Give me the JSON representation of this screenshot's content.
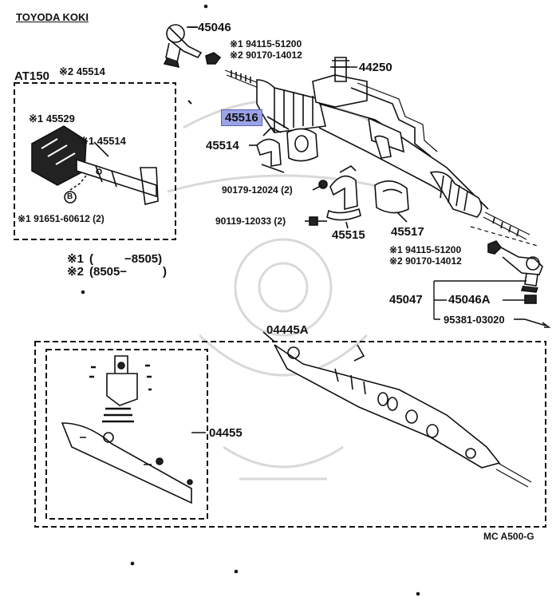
{
  "maker": "TOYODA KOKI",
  "variant": "AT150",
  "legend": {
    "row1_mark": "※1",
    "row1_paren_open": "(",
    "row1_range": "−8505)",
    "row2_mark": "※2",
    "row2_range": "(8505−",
    "row2_paren_close": ")"
  },
  "parts": {
    "p45046": "45046",
    "p194115_top": "※1 94115-51200",
    "p290170_top": "※2 90170-14012",
    "p44250": "44250",
    "p245514": "※2 45514",
    "p145529": "※1 45529",
    "p145514": "※1 45514",
    "circle_b": "B",
    "p191651": "※1 91651-60612 (2)",
    "p45516": "45516",
    "p45514": "45514",
    "p90179": "90179-12024 (2)",
    "p90119": "90119-12033 (2)",
    "p45515": "45515",
    "p45517": "45517",
    "p194115_bot": "※1 94115-51200",
    "p290170_bot": "※2 90170-14012",
    "p45047": "45047",
    "p45046A": "45046A",
    "p95381": "95381-03020",
    "p04445A": "04445A",
    "p04455": "04455"
  },
  "diagram_code": "MC A500-G",
  "highlight_color": "#9aa3e6"
}
